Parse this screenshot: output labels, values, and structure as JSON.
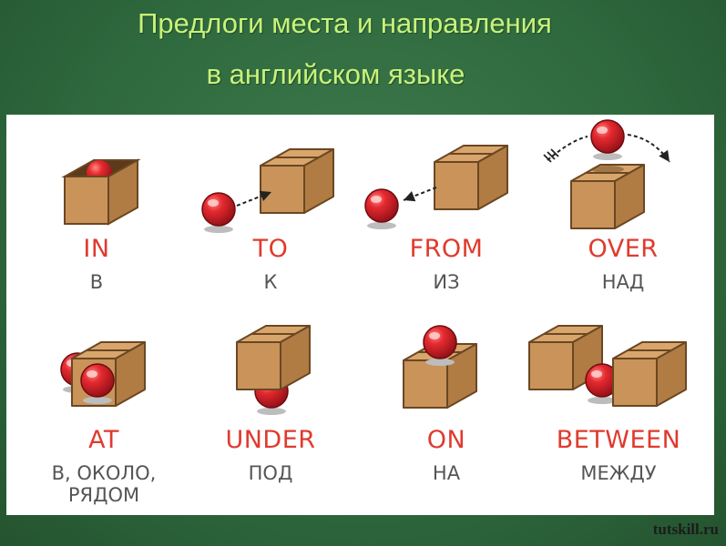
{
  "title": {
    "line1": "Предлоги места и направления",
    "line2": "в английском языке"
  },
  "colors": {
    "background": "#2f6a3e",
    "title": "#c8f27a",
    "preposition": "#e03a2e",
    "translation": "#555555",
    "box": "#c9935a",
    "ball": "#d41f26"
  },
  "prepositions": [
    {
      "en": "IN",
      "ru": "В"
    },
    {
      "en": "TO",
      "ru": "К"
    },
    {
      "en": "FROM",
      "ru": "ИЗ"
    },
    {
      "en": "OVER",
      "ru": "НАД"
    },
    {
      "en": "AT",
      "ru": "В, ОКОЛО, РЯДОМ"
    },
    {
      "en": "UNDER",
      "ru": "ПОД"
    },
    {
      "en": "ON",
      "ru": "НА"
    },
    {
      "en": "BETWEEN",
      "ru": "МЕЖДУ"
    }
  ],
  "watermark": "tutskill.ru"
}
